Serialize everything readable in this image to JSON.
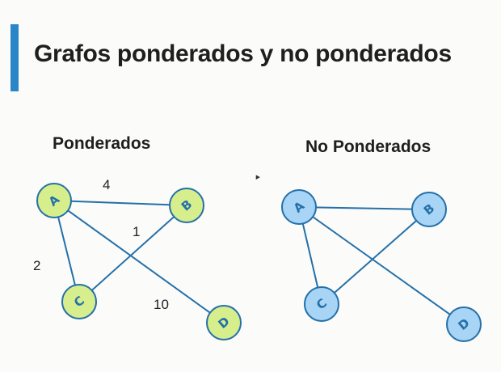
{
  "slide": {
    "title": "Grafos ponderados y no ponderados",
    "accent_color": "#2a86c7"
  },
  "weighted": {
    "label": "Ponderados",
    "nodes": [
      "A",
      "B",
      "C",
      "D"
    ],
    "edges": [
      {
        "from": "A",
        "to": "B",
        "weight": "4"
      },
      {
        "from": "A",
        "to": "C",
        "weight": "2"
      },
      {
        "from": "B",
        "to": "C",
        "weight": "1"
      },
      {
        "from": "A",
        "to": "D",
        "weight": "10"
      }
    ],
    "node_color": "#d6ee8c"
  },
  "unweighted": {
    "label": "No Ponderados",
    "nodes": [
      "A",
      "B",
      "C",
      "D"
    ],
    "edges": [
      {
        "from": "A",
        "to": "B"
      },
      {
        "from": "A",
        "to": "C"
      },
      {
        "from": "B",
        "to": "C"
      },
      {
        "from": "A",
        "to": "D"
      }
    ],
    "node_color": "#a8d4f5"
  },
  "colors": {
    "edge": "#2470a8"
  }
}
